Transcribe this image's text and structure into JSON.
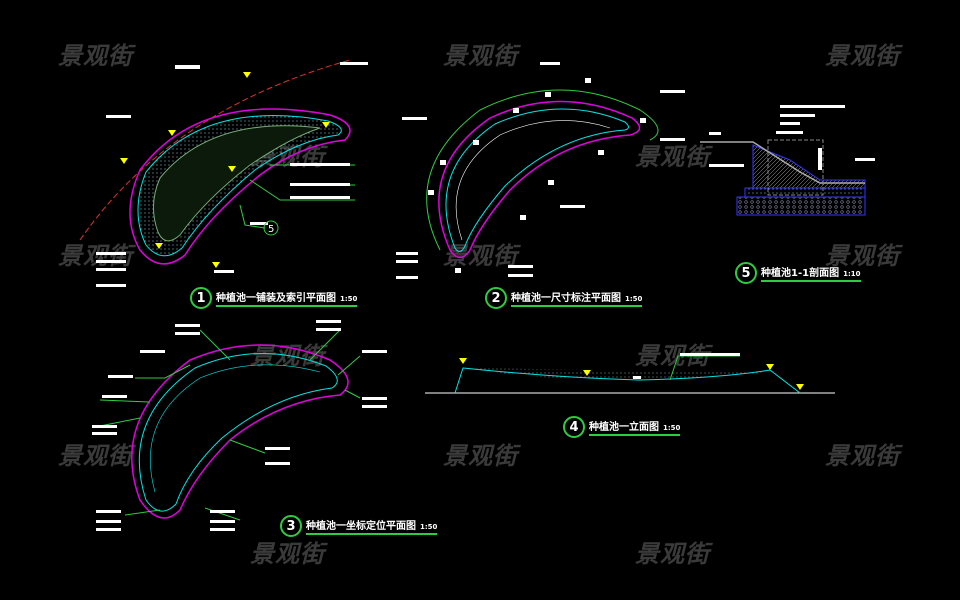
{
  "watermark": "景观街",
  "drawings": [
    {
      "number": "1",
      "title": "种植池一铺装及索引平面图",
      "scale": "1:50"
    },
    {
      "number": "2",
      "title": "种植池一尺寸标注平面图",
      "scale": "1:50"
    },
    {
      "number": "3",
      "title": "种植池一坐标定位平面图",
      "scale": "1:50"
    },
    {
      "number": "4",
      "title": "种植池一立面图",
      "scale": "1:50"
    },
    {
      "number": "5",
      "title": "种植池1-1剖面图",
      "scale": "1:10"
    }
  ],
  "callout": "5",
  "colors": {
    "background": "#000000",
    "outline": "#00e5e5",
    "boundary": "#e000e0",
    "leader": "#2ecc40",
    "section": "#3030ff",
    "watermark": "#3a3a3a"
  }
}
